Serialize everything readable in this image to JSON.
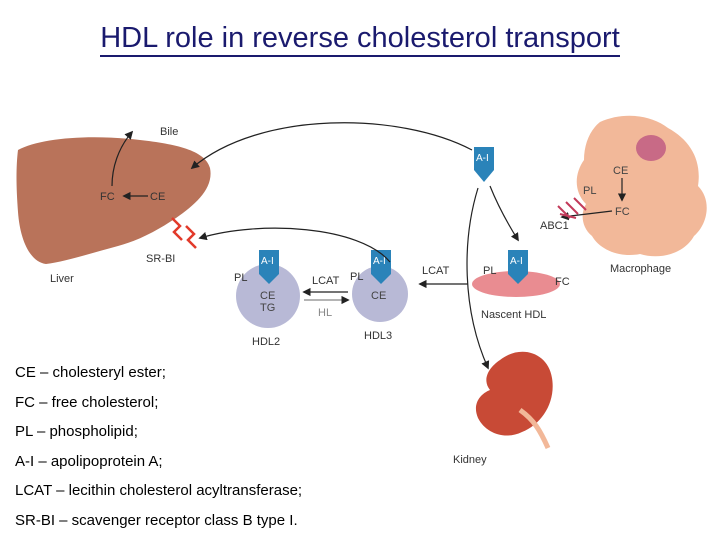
{
  "title": "HDL role in reverse cholesterol transport",
  "labels": {
    "bile": "Bile",
    "liver": "Liver",
    "fc_liver": "FC",
    "ce_liver": "CE",
    "sr_bi": "SR-BI",
    "ai": "A-I",
    "pl": "PL",
    "ce": "CE",
    "tg": "TG",
    "fc": "FC",
    "hdl2": "HDL2",
    "hdl3": "HDL3",
    "lcat": "LCAT",
    "hl": "HL",
    "nascent_hdl": "Nascent HDL",
    "abc1": "ABC1",
    "macrophage": "Macrophage",
    "kidney": "Kidney"
  },
  "legend": [
    "CE – cholesteryl ester;",
    "FC – free cholesterol;",
    "PL – phospholipid;",
    "A-I – apolipoprotein A;",
    "LCAT – lecithin cholesterol acyltransferase;",
    "SR-BI – scavenger receptor class B type I."
  ],
  "colors": {
    "title": "#1a1a6e",
    "liver": "#b9735a",
    "apoA": "#2a83b9",
    "hdl_particle": "#b8b9d6",
    "nascent": "#e98c91",
    "macrophage": "#f2b899",
    "nucleus": "#c86a86",
    "kidney": "#c84a36",
    "receptor": "#e23a2a"
  }
}
